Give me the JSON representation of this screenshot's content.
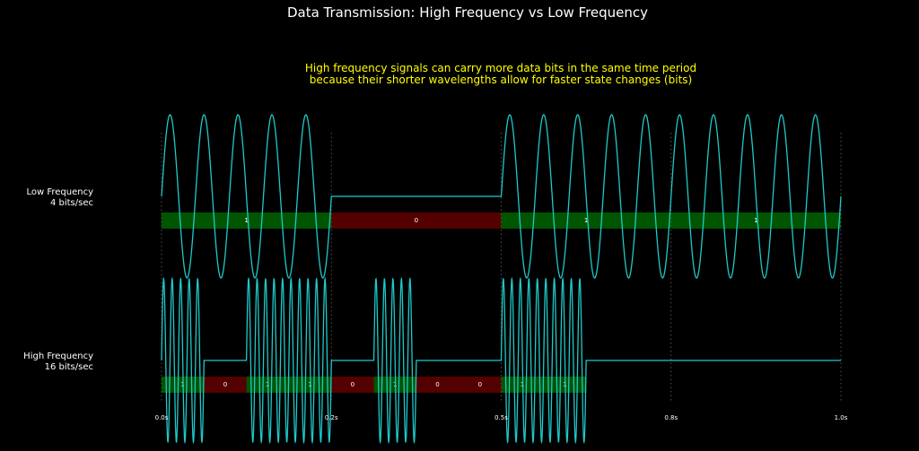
{
  "chart_data": {
    "type": "line",
    "title": "Data Transmission: High Frequency vs Low Frequency",
    "annotation": [
      "High frequency signals can carry more data bits in the same time period",
      "because their shorter wavelengths allow for faster state changes (bits)"
    ],
    "x_ticks": [
      "0.0s",
      "0.2s",
      "0.5s",
      "0.8s",
      "1.0s"
    ],
    "x_tick_values": [
      0,
      0.25,
      0.5,
      0.75,
      1.0
    ],
    "xlim": [
      0,
      1
    ],
    "series": [
      {
        "label_lines": [
          "Low Frequency",
          "4 bits/sec"
        ],
        "bit_rate": 4,
        "cycles_per_bit": 5,
        "bits": [
          1,
          0,
          1,
          1
        ]
      },
      {
        "label_lines": [
          "High Frequency",
          "16 bits/sec"
        ],
        "bit_rate": 16,
        "cycles_per_bit": 5,
        "bits": [
          1,
          0,
          1,
          1,
          0,
          1,
          0,
          0,
          1,
          1
        ]
      }
    ],
    "colors": {
      "background": "#000000",
      "wave": "#1fc9c9",
      "bit_one": "#00aa00",
      "bit_zero": "#aa0000",
      "annotation": "#ffff00",
      "text": "#ffffff"
    },
    "grid": false,
    "legend": "none"
  }
}
